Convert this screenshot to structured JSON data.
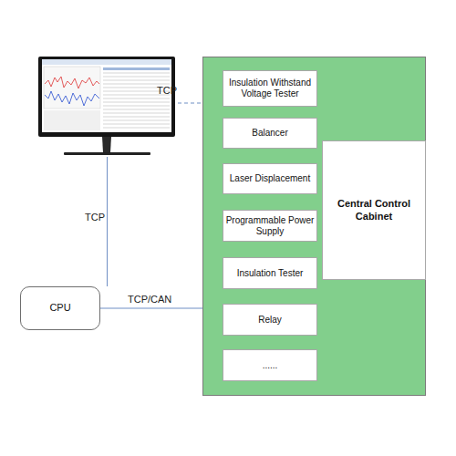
{
  "diagram": {
    "nodes": [
      {
        "text": []
      },
      {
        "text": []
      },
      {
        "text": [
          "Insulation Withstand Voltage Tester"
        ],
        "in": 1
      },
      {
        "text": [
          "Balancer"
        ],
        "in": 1
      },
      {
        "text": [
          "Laser Displacement"
        ],
        "in": 1
      },
      {
        "text": [
          "Programmable Power Supply"
        ],
        "in": 1
      },
      {
        "text": [
          "Insulation Tester"
        ],
        "in": 1
      },
      {
        "text": [
          "Relay"
        ],
        "in": 1
      },
      {
        "text": [
          "......"
        ],
        "in": 1
      },
      {
        "text": [
          "Central Control Cabinet"
        ],
        "in": 1
      },
      {
        "text": [
          "CPU"
        ]
      }
    ],
    "edges": [
      {
        "from": 0,
        "to": 1,
        "label": "TCP",
        "arrow": "none"
      },
      {
        "from": 0,
        "to": 10,
        "label": "TCP",
        "arrow": "none"
      },
      {
        "from": 10,
        "to": 1,
        "label": "TCP/CAN",
        "arrow": "none"
      }
    ]
  }
}
